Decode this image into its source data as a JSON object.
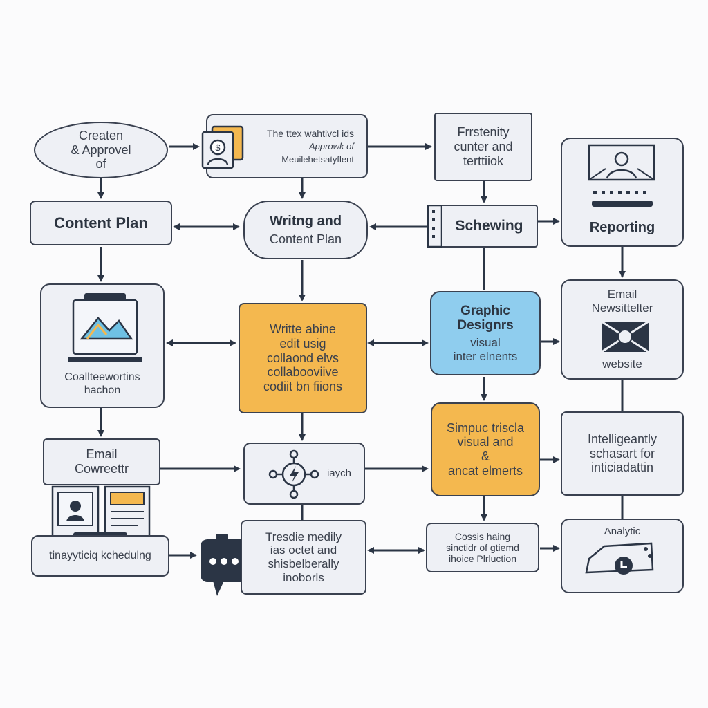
{
  "colors": {
    "stroke": "#2b3545",
    "box_fill": "#eef0f5",
    "yellow": "#f4b84f",
    "blue": "#8fcdee",
    "background": "#fbfbfc"
  },
  "nodes": {
    "creation_approval": "Createn\n& Approvel\nof",
    "task_box": {
      "line1": "The ttex wahtivcl ids",
      "line2": "Approwk of",
      "line3": "Meuilehetsatyflent"
    },
    "frequency": "Frrstenity\ncunter and\nterttiiok",
    "reporting": "Reporting",
    "content_plan": "Content Plan",
    "writing_plan": {
      "title": "Writng and",
      "subtitle": "Content Plan"
    },
    "schewing": "Schewing",
    "collab_writing": "Coallteewortins\nhachon",
    "write_edit": "Writte abine\nedit usig\ncollaond elvs\ncollabooviive\ncodiit bn fiions",
    "graphic_designs": {
      "title": "Graphic\nDesignrs",
      "subtitle": "visual\ninter elnents"
    },
    "email_newsletter": {
      "title": "Email\nNewsittelter",
      "subtitle": "website"
    },
    "email_converter": "Email\nCowreettr",
    "launch": "iaych",
    "simple_visuals": "Simpuc triscla\nvisual and\n&\nancat elmerts",
    "intelligently": "Intelligeantly\nschasart for\ninticiadattin",
    "scheduling": "tinayyticiq kchedulng",
    "tracking": "Tresdie medily\nias octet and\nshisbelberally\ninoborls",
    "consistent": "Cossis haing\nsinctidr of gtiemd\nihoice Plrluction",
    "analytic": "Analytic"
  }
}
